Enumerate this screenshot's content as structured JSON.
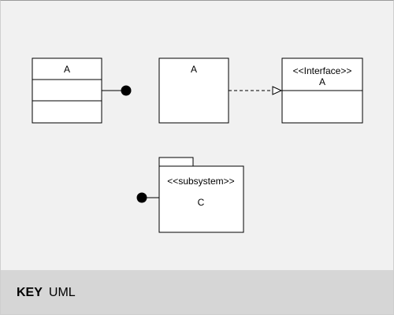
{
  "diagram": {
    "class_left": {
      "name": "A"
    },
    "class_middle": {
      "name": "A"
    },
    "interface": {
      "stereotype": "<<Interface>>",
      "name": "A"
    },
    "subsystem": {
      "stereotype": "<<subsystem>>",
      "name": "C"
    }
  },
  "key": {
    "label": "KEY",
    "value": "UML"
  }
}
